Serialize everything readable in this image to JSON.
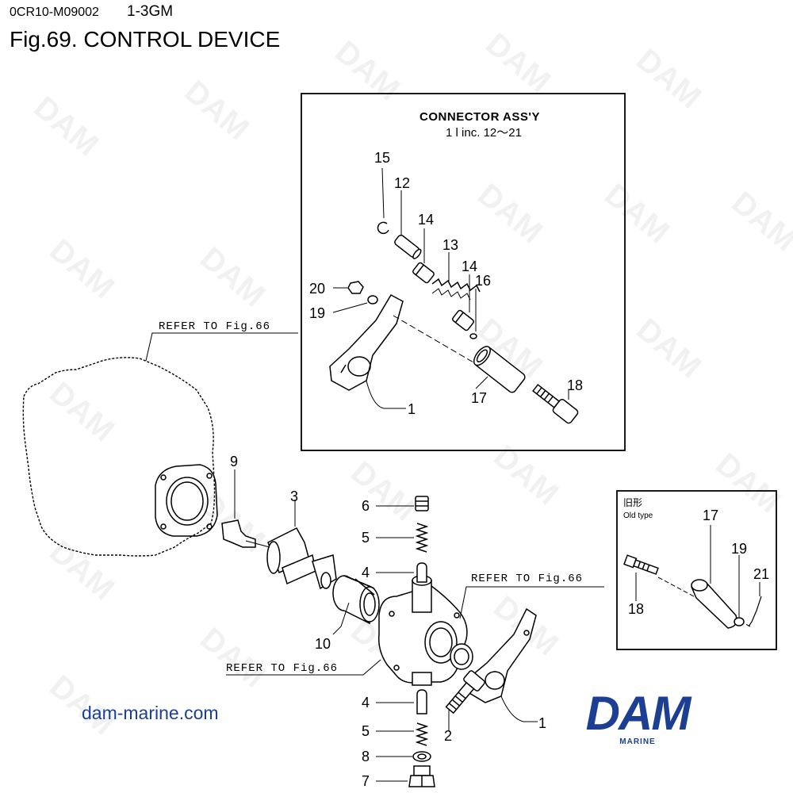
{
  "header": {
    "doc_code": "0CR10-M09002",
    "model": "1-3GM",
    "figure_title": "Fig.69.  CONTROL DEVICE"
  },
  "inset_connector": {
    "title": "CONNECTOR ASS'Y",
    "subtitle": "1 l inc. 12～21"
  },
  "inset_old_type": {
    "label_jp": "旧形",
    "label_en": "Old type"
  },
  "references": {
    "refer_top": "REFER TO Fig.66",
    "refer_right": "REFER TO Fig.66",
    "refer_bottom": "REFER TO Fig.66"
  },
  "callouts": {
    "c15": "15",
    "c12": "12",
    "c14a": "14",
    "c13": "13",
    "c14b": "14",
    "c16": "16",
    "c20": "20",
    "c19": "19",
    "c18": "18",
    "c17": "17",
    "c1a": "1",
    "c9": "9",
    "c3": "3",
    "c6": "6",
    "c5a": "5",
    "c4a": "4",
    "c10": "10",
    "c4b": "4",
    "c5b": "5",
    "c8": "8",
    "c7": "7",
    "c2": "2",
    "c1b": "1",
    "o17": "17",
    "o19": "19",
    "o21": "21",
    "o18": "18"
  },
  "watermark": "DAM",
  "footer": {
    "website": "dam-marine.com",
    "brand_name": "DAM",
    "brand_sub": "MARINE"
  },
  "colors": {
    "brand_blue": "#1c3f94"
  }
}
